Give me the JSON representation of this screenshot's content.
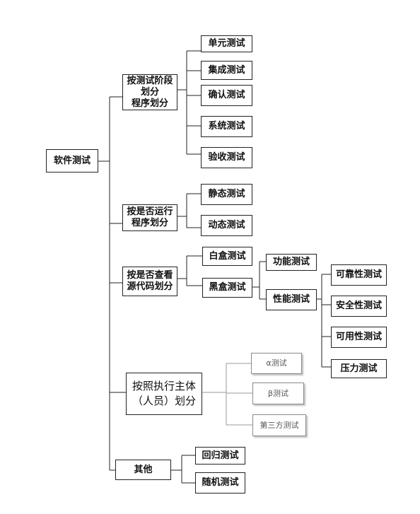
{
  "root": "软件测试",
  "categories": {
    "stage": {
      "label_lines": [
        "按测试阶段",
        "划分",
        "程序划分"
      ],
      "children": [
        "单元测试",
        "集成测试",
        "确认测试",
        "系统测试",
        "验收测试"
      ]
    },
    "run": {
      "label_lines": [
        "按是否运行",
        "程序划分"
      ],
      "children": [
        "静态测试",
        "动态测试"
      ]
    },
    "source": {
      "label_lines": [
        "按是否查看",
        "源代码划分"
      ],
      "children": [
        "白盒测试",
        "黑盒测试"
      ]
    },
    "blackbox": {
      "children": [
        "功能测试",
        "性能测试"
      ]
    },
    "performance": {
      "children": [
        "可靠性测试",
        "安全性测试",
        "可用性测试",
        "压力测试"
      ]
    },
    "executor": {
      "label_lines": [
        "按照执行主体",
        "（人员）划分"
      ],
      "children": [
        "α测试",
        "β测试",
        "第三方测试"
      ]
    },
    "other": {
      "label": "其他",
      "children": [
        "回归测试",
        "随机测试"
      ]
    }
  }
}
